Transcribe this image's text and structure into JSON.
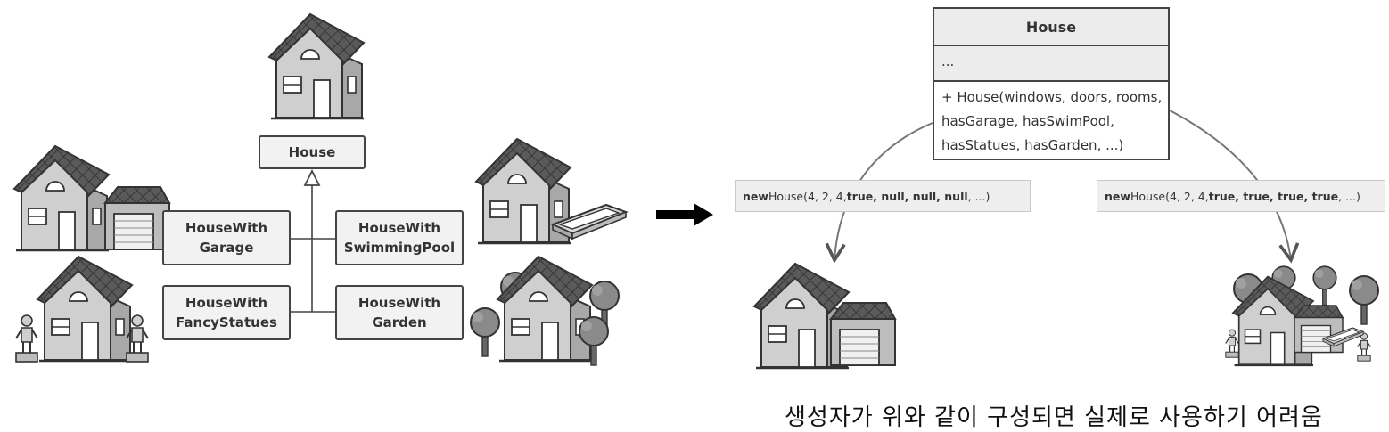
{
  "diagram_left": {
    "base_class": "House",
    "subclasses": [
      {
        "label": "HouseWith\nGarage"
      },
      {
        "label": "HouseWith\nSwimmingPool"
      },
      {
        "label": "HouseWith\nFancyStatues"
      },
      {
        "label": "HouseWith\nGarden"
      }
    ]
  },
  "uml_class": {
    "title": "House",
    "fields": "...",
    "method": "+ House(windows, doors, rooms,\n   hasGarage, hasSwimPool,\n   hasStatues, hasGarden, ...)"
  },
  "notes": {
    "left": {
      "keyword": "new",
      "prefix": " House(4, 2, 4, ",
      "args_bold": "true, null, null, null",
      "suffix": ", ...)"
    },
    "right": {
      "keyword": "new",
      "prefix": " House(4, 2, 4, ",
      "args_bold": "true, true, true, true",
      "suffix": ", ...)"
    }
  },
  "caption": "생성자가 위와 같이 구성되면 실제로 사용하기 어려움",
  "colors": {
    "roof": "#555555",
    "wall": "#c8c8c8",
    "outline": "#333333",
    "box_fill": "#f2f2f2",
    "tree": "#8a8a8a"
  }
}
